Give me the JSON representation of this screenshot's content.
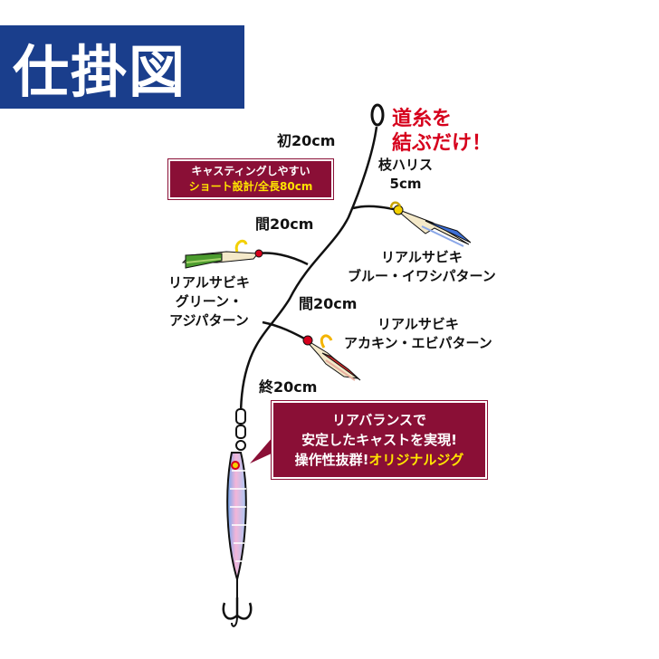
{
  "title": "仕掛図",
  "main_line_note": [
    "道糸を",
    "結ぶだけ！"
  ],
  "casting_box": {
    "line1": "キャスティングしやすい",
    "line2": "ショート設計/全長80cm"
  },
  "lengths": {
    "first": "初20cm",
    "gap1": "間20cm",
    "gap2": "間20cm",
    "last": "終20cm"
  },
  "branch_harris": [
    "枝ハリス",
    "5cm"
  ],
  "lures": {
    "blue": [
      "リアルサビキ",
      "ブルー・イワシパターン"
    ],
    "green": [
      "リアルサビキ",
      "グリーン・",
      "アジパターン"
    ],
    "red": [
      "リアルサビキ",
      "アカキン・エビパターン"
    ]
  },
  "balance_box": {
    "line1": "リアバランスで",
    "line2": "安定したキャストを実現!",
    "line3a": "操作性抜群!",
    "line3b": "オリジナルジグ"
  },
  "colors": {
    "banner": "#1a3e8c",
    "box": "#8a0f36",
    "highlight": "#ffe400",
    "note_red": "#d6001c"
  }
}
